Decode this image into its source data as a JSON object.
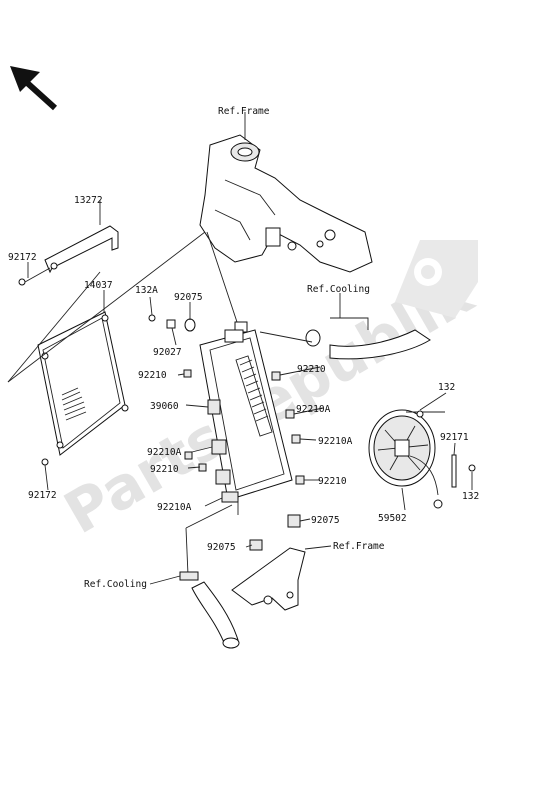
{
  "watermark": {
    "text": "PartsRepublik"
  },
  "refs": {
    "frame_top": "Ref.Frame",
    "cooling_top": "Ref.Cooling",
    "cooling_bottom": "Ref.Cooling",
    "frame_bottom": "Ref.Frame"
  },
  "parts": {
    "p13272": "13272",
    "p92172_top": "92172",
    "p14037": "14037",
    "p92172_bottom": "92172",
    "p132A": "132A",
    "p92075_top": "92075",
    "p92027": "92027",
    "p92210_l1": "92210",
    "p39060": "39060",
    "p92210A_l1": "92210A",
    "p92210_l2": "92210",
    "p92210A_l2": "92210A",
    "p92075_mid": "92075",
    "p92075_bottom": "92075",
    "p92210_r1": "92210",
    "p92210A_r1": "92210A",
    "p92210A_r2": "92210A",
    "p92210_r2": "92210",
    "p132_top": "132",
    "p92171": "92171",
    "p132_bottom": "132",
    "p59502": "59502"
  }
}
